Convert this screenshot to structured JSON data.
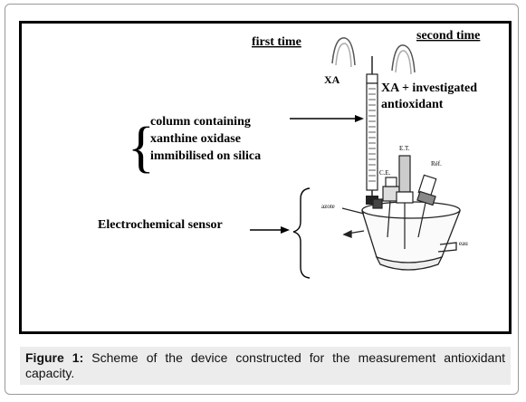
{
  "diagram": {
    "first_time": "first time",
    "second_time": "second time",
    "xa": "XA",
    "xa_antioxidant_line1": "XA + investigated",
    "xa_antioxidant_line2": "antioxidant",
    "column_line1": "column containing",
    "column_line2": "xanthine oxidase",
    "column_line3": "immibilised on silica",
    "sensor": "Electrochemical sensor",
    "electrode_et": "E.T.",
    "electrode_ce": "C.E.",
    "electrode_ref": "Réf.",
    "azote": "azote",
    "eau": "eau"
  },
  "caption": {
    "label": "Figure 1:",
    "text": " Scheme of the device constructed for the measurement antioxidant capacity."
  }
}
